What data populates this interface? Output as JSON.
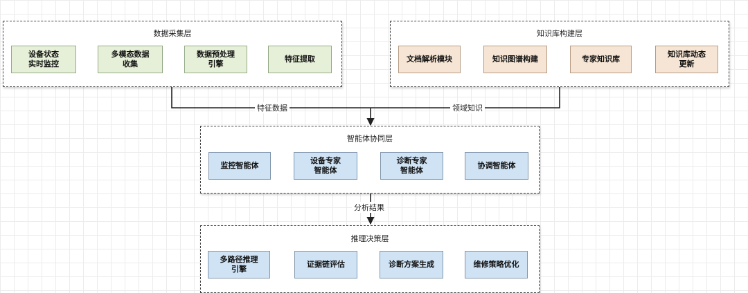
{
  "layers": {
    "data_collection": {
      "title": "数据采集层",
      "nodes": [
        "设备状态\n实时监控",
        "多模态数据\n收集",
        "数据预处理\n引擎",
        "特征提取"
      ]
    },
    "knowledge_base": {
      "title": "知识库构建层",
      "nodes": [
        "文档解析模块",
        "知识图谱构建",
        "专家知识库",
        "知识库动态\n更新"
      ]
    },
    "agents": {
      "title": "智能体协同层",
      "nodes": [
        "监控智能体",
        "设备专家\n智能体",
        "诊断专家\n智能体",
        "协调智能体"
      ]
    },
    "reasoning": {
      "title": "推理决策层",
      "nodes": [
        "多路径推理\n引擎",
        "证据链评估",
        "诊断方案生成",
        "维修策略优化"
      ]
    }
  },
  "edges": {
    "feature_data": "特征数据",
    "domain_knowledge": "领域知识",
    "analysis_result": "分析结果"
  },
  "colors": {
    "data_nodes": "#e6f0d8",
    "knowledge_nodes": "#f6e5d4",
    "agent_nodes": "#cfe3f5",
    "reasoning_nodes": "#cfe3f5"
  }
}
